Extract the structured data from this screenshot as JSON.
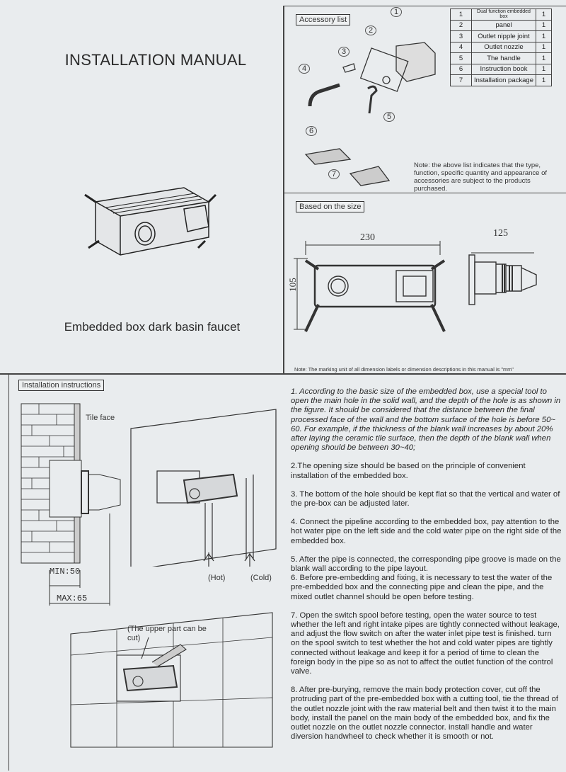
{
  "header": {
    "title": "INSTALLATION MANUAL",
    "subtitle": "Embedded box dark basin faucet"
  },
  "accessory": {
    "label": "Accessory list",
    "callouts": [
      "1",
      "2",
      "3",
      "4",
      "5",
      "6",
      "7"
    ],
    "items": [
      {
        "no": "1",
        "name": "Dual function embedded box",
        "qty": "1"
      },
      {
        "no": "2",
        "name": "panel",
        "qty": "1"
      },
      {
        "no": "3",
        "name": "Outlet nipple joint",
        "qty": "1"
      },
      {
        "no": "4",
        "name": "Outlet nozzle",
        "qty": "1"
      },
      {
        "no": "5",
        "name": "The handle",
        "qty": "1"
      },
      {
        "no": "6",
        "name": "Instruction book",
        "qty": "1"
      },
      {
        "no": "7",
        "name": "Installation package",
        "qty": "1"
      }
    ],
    "note": "Note: the above list indicates that the type, function, specific quantity and appearance of accessories are subject to the products purchased."
  },
  "size": {
    "label": "Based on the size",
    "width": "230",
    "height": "105",
    "depth": "125",
    "note": "Note: The marking unit of all dimension labels or dimension descriptions in this manual is \"mm\""
  },
  "install": {
    "label": "Installation instructions",
    "tile_face": "Tile face",
    "min": "MIN:50",
    "max": "MAX:65",
    "hot": "(Hot)",
    "cold": "(Cold)",
    "cut_note": "(The upper part can be cut)",
    "steps": [
      "1. According to the basic size of the embedded box, use a special tool to open the main hole in the solid wall, and the depth of the hole is as shown in the figure. It should be considered that the distance between the final processed face of the wall and the bottom surface of the hole is before 50~ 60. For example, if the thickness of the blank wall increases by about 20% after laying the ceramic tile surface, then the depth of the blank wall when opening should be between 30~40;",
      "2.The opening size should be based on the principle of convenient installation of the embedded box.",
      "3. The bottom of the hole should be kept flat so that the vertical and water of the pre-box can be adjusted later.",
      "4. Connect the pipeline according to the embedded box, pay attention to the hot water pipe on the left side and the cold water pipe on the right side of the embedded box.",
      "5. After the pipe is connected, the corresponding pipe groove is made on the blank wall according to the pipe layout.",
      "6. Before pre-embedding and fixing, it is necessary to test the water of the pre-embedded box and the connecting pipe and clean the pipe, and the mixed outlet channel should be open before testing.",
      "7. Open the switch spool before testing, open the water source to test whether the left and right intake pipes are tightly connected without leakage, and adjust the flow switch on after the water inlet pipe test is finished. turn on the spool switch to test whether the hot and cold water pipes are tightly connected without leakage and keep it for a period of time to clean the foreign body in the pipe so as not to affect the outlet function of the control valve.",
      "8. After pre-burying, remove the main body protection cover, cut off the protruding part of the pre-embedded box with a cutting tool, tie the thread of the outlet nozzle joint with the raw material belt and then twist it to the main body, install the panel on the main body of the embedded box, and fix the outlet nozzle on the outlet nozzle connector. install handle and water diversion handwheel to check whether it is smooth or not."
    ]
  }
}
